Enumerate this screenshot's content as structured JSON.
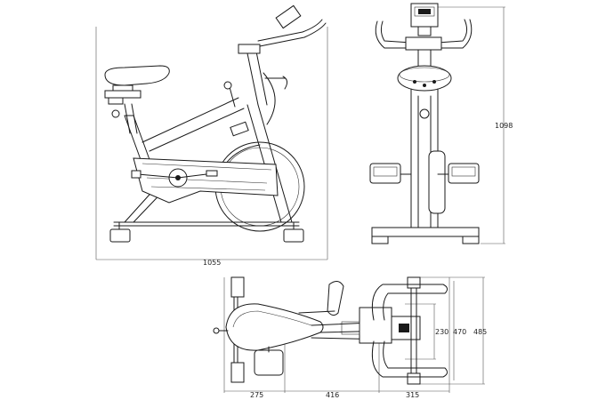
{
  "dimensions": {
    "side_length": "1055",
    "front_height": "1098",
    "top_seat_section": "275",
    "top_middle_section": "416",
    "top_front_section": "315",
    "top_width_inner": "230",
    "top_width_middle": "470",
    "top_width_outer": "485"
  },
  "colors": {
    "line": "#1a1a1a",
    "background": "#ffffff"
  }
}
